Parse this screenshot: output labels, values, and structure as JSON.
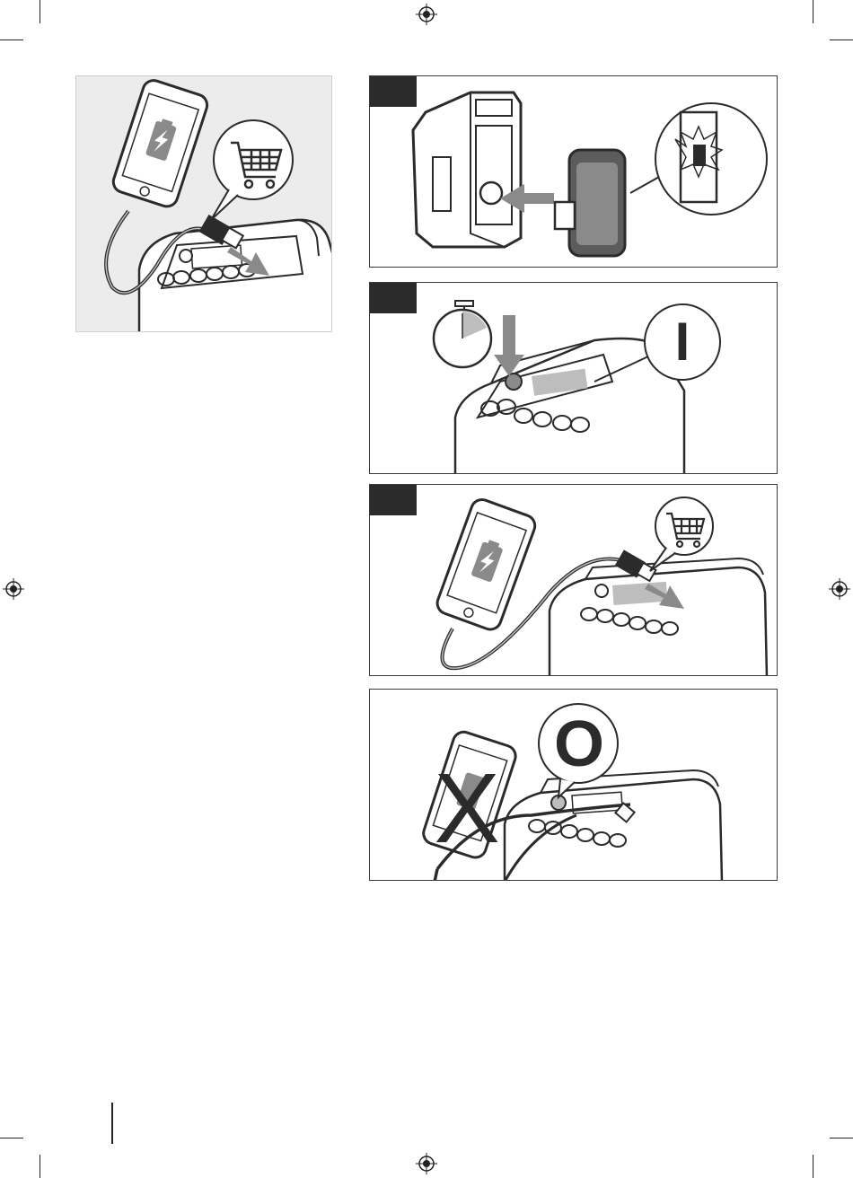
{
  "page": {
    "background": "#ffffff",
    "ink_color": "#2b2b2b",
    "overview_background": "#ececec"
  },
  "symbols": {
    "power_on": "I",
    "power_off": "O",
    "not_charging": "X"
  },
  "icons": {
    "cart": "shopping-cart-icon",
    "battery": "battery-charging-icon",
    "timer": "stopwatch-icon",
    "registration": "registration-mark-icon"
  },
  "panels": [
    {
      "id": "overview",
      "name": "usb-charging-overview"
    },
    {
      "id": "step1",
      "name": "attach-battery-step"
    },
    {
      "id": "step2",
      "name": "power-on-step"
    },
    {
      "id": "step3",
      "name": "usb-charge-step"
    },
    {
      "id": "step4",
      "name": "power-off-step"
    }
  ]
}
